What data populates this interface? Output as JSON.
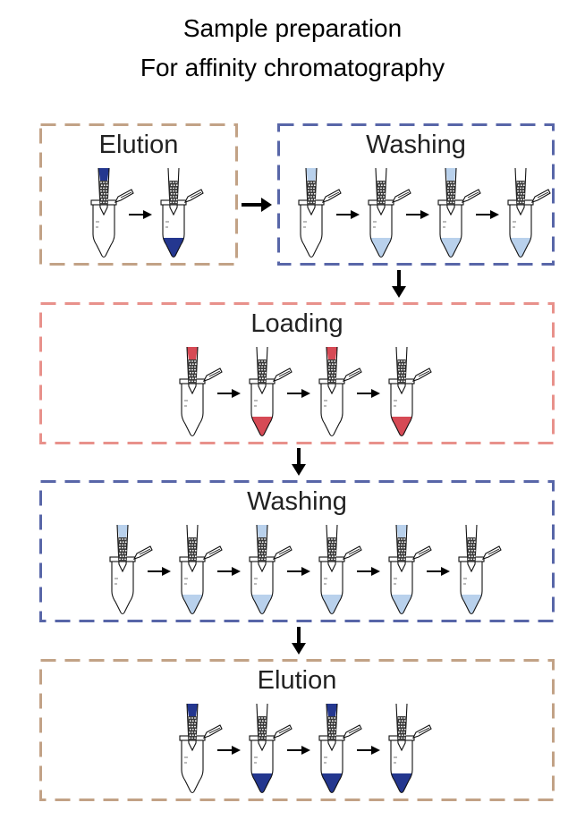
{
  "title": {
    "line1": "Sample preparation",
    "line2": "For affinity chromatography"
  },
  "colors": {
    "elution": "#c2a286",
    "washing": "#5866a8",
    "loading": "#e8918b",
    "liquid_blue_dark": "#24378f",
    "liquid_blue_light": "#b9d1ec",
    "liquid_red": "#d64a55"
  },
  "panels": [
    {
      "id": "elution-top",
      "label": "Elution",
      "border": "elution",
      "tubes": [
        {
          "tip": "blue_dark",
          "bottom": null
        },
        {
          "tip": null,
          "bottom": "blue_dark"
        }
      ]
    },
    {
      "id": "washing-top",
      "label": "Washing",
      "border": "washing",
      "tubes": [
        {
          "tip": "blue_light",
          "bottom": null
        },
        {
          "tip": null,
          "bottom": "blue_light"
        },
        {
          "tip": "blue_light",
          "bottom": "blue_light"
        },
        {
          "tip": null,
          "bottom": "blue_light"
        }
      ]
    },
    {
      "id": "loading",
      "label": "Loading",
      "border": "loading",
      "tubes": [
        {
          "tip": "red",
          "bottom": null
        },
        {
          "tip": null,
          "bottom": "red"
        },
        {
          "tip": "red",
          "bottom": null
        },
        {
          "tip": null,
          "bottom": "red"
        }
      ]
    },
    {
      "id": "washing-middle",
      "label": "Washing",
      "border": "washing",
      "tubes": [
        {
          "tip": "blue_light",
          "bottom": null
        },
        {
          "tip": null,
          "bottom": "blue_light"
        },
        {
          "tip": "blue_light",
          "bottom": "blue_light"
        },
        {
          "tip": null,
          "bottom": "blue_light"
        },
        {
          "tip": "blue_light",
          "bottom": "blue_light"
        },
        {
          "tip": null,
          "bottom": "blue_light"
        }
      ]
    },
    {
      "id": "elution-bottom",
      "label": "Elution",
      "border": "elution",
      "tubes": [
        {
          "tip": "blue_dark",
          "bottom": null
        },
        {
          "tip": null,
          "bottom": "blue_dark"
        },
        {
          "tip": "blue_dark",
          "bottom": "blue_dark"
        },
        {
          "tip": null,
          "bottom": "blue_dark"
        }
      ]
    }
  ]
}
